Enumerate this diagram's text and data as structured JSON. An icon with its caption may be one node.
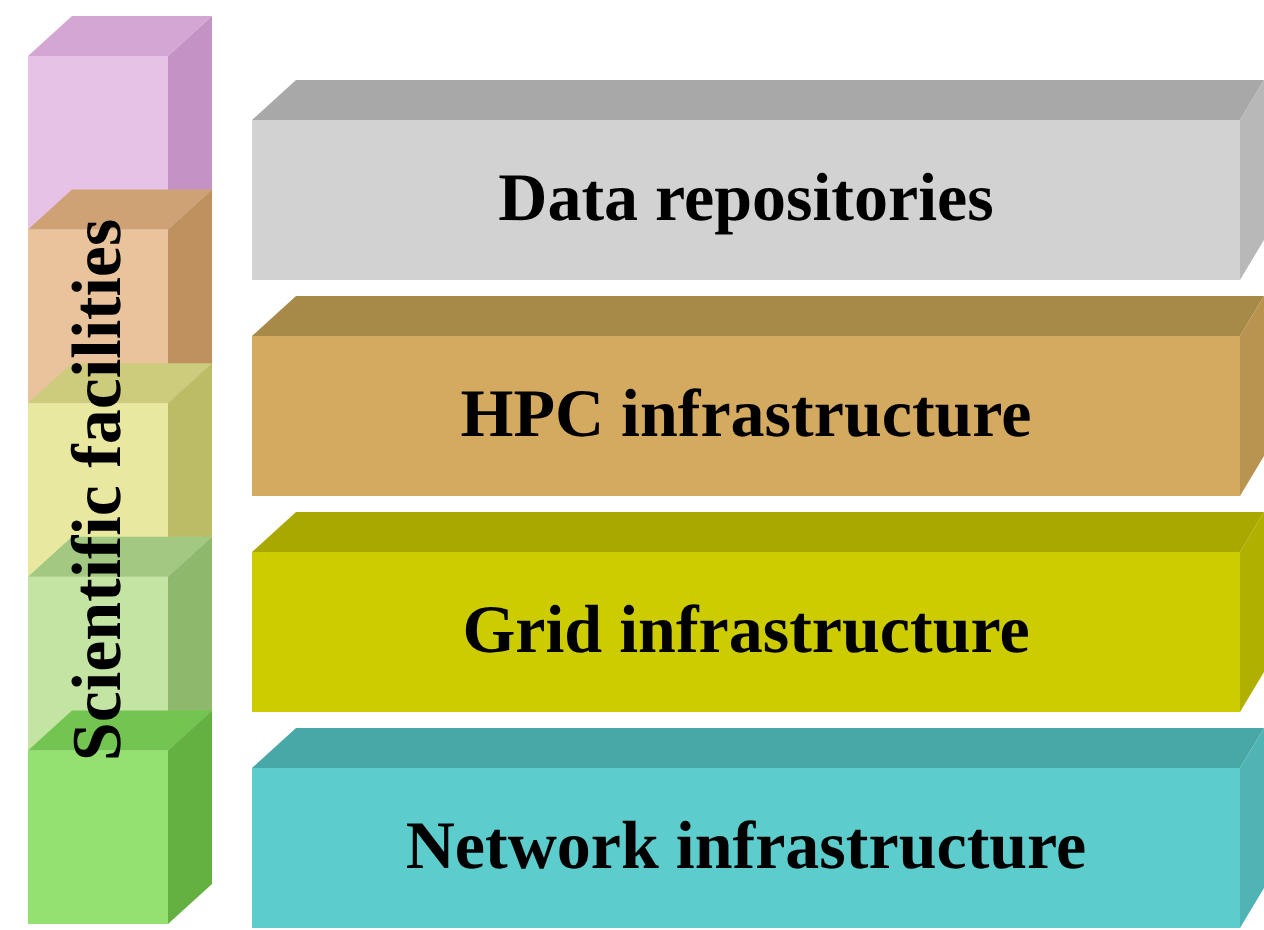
{
  "diagram": {
    "nodes": [
      {
        "text": [
          "Scientific facilities"
        ]
      },
      {
        "text": [
          "Data repositories"
        ]
      },
      {
        "text": [
          "HPC infrastructure"
        ]
      },
      {
        "text": [
          "Grid infrastructure"
        ]
      },
      {
        "text": [
          "Network infrastructure"
        ]
      }
    ]
  }
}
